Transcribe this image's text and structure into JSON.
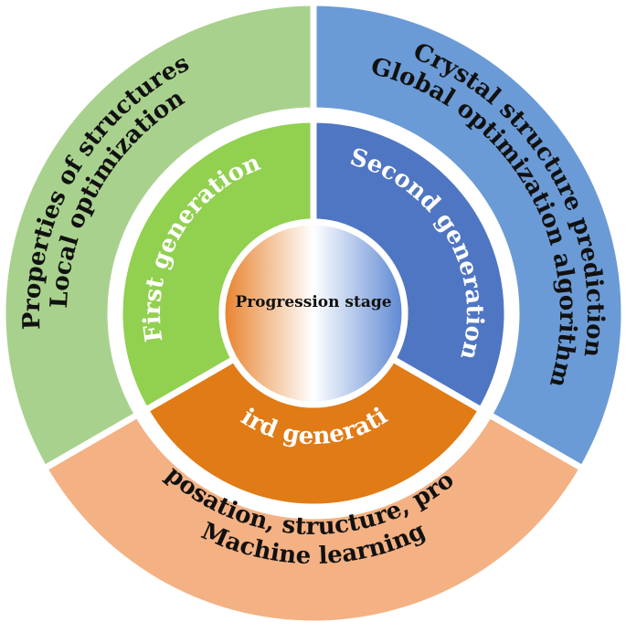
{
  "center": {
    "label": "Progression stage"
  },
  "generations": [
    {
      "inner_label": "First generation",
      "outer_lines": [
        "Properties of structures",
        "Local optimization"
      ]
    },
    {
      "inner_label": "Second generation",
      "outer_lines": [
        "Crystal structure prediction",
        "Global optimization algorithm"
      ]
    },
    {
      "inner_label": "Third generation",
      "outer_lines": [
        "Composation, structure, property",
        "Machine learning"
      ]
    }
  ],
  "colors": {
    "outer_green": "#a9d18e",
    "outer_blue": "#6b9bd6",
    "outer_orange": "#f4b183",
    "inner_green": "#92d050",
    "inner_blue": "#4f76c2",
    "inner_orange": "#e07b16",
    "center_orange": "#e8802a",
    "center_blue": "#5a86d2"
  }
}
